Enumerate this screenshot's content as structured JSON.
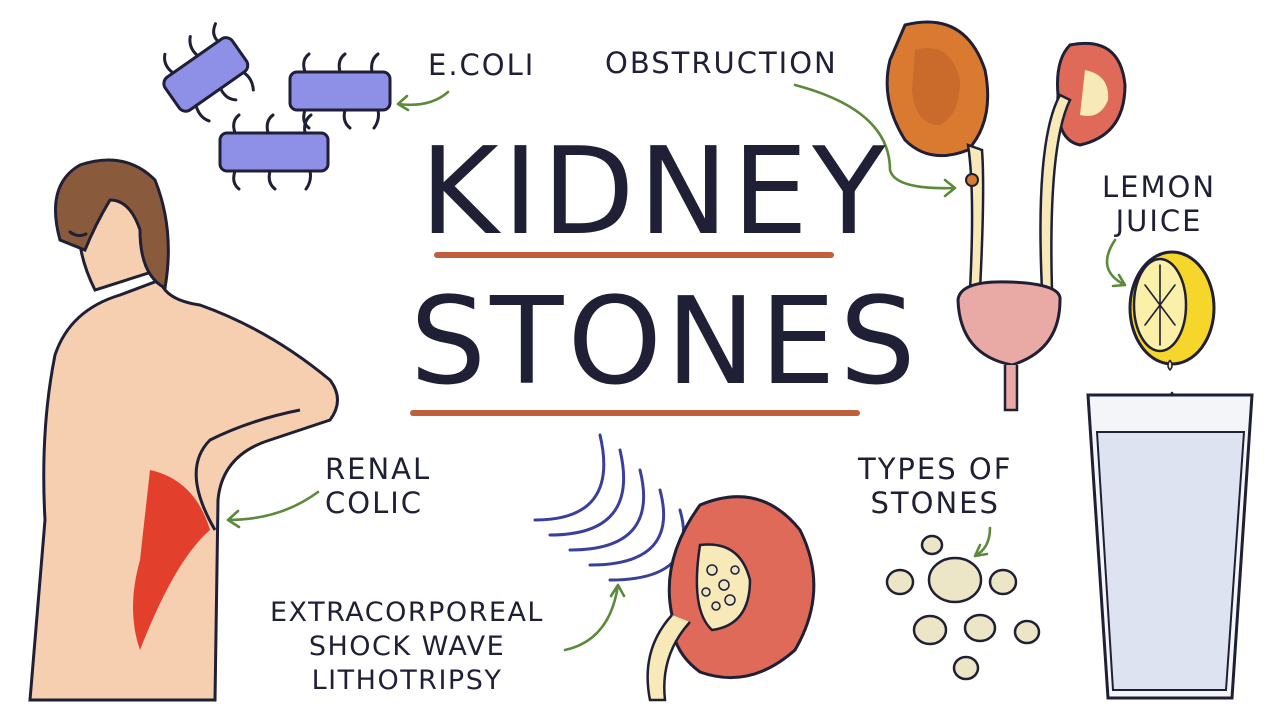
{
  "title": {
    "line1": "KIDNEY",
    "line2": "STONES"
  },
  "labels": {
    "ecoli": "E.COLI",
    "obstruction": "OBSTRUCTION",
    "lemon_juice": [
      "LEMON",
      "JUICE"
    ],
    "renal_colic": [
      "RENAL",
      "COLIC"
    ],
    "types_of_stones": [
      "TYPES OF",
      "STONES"
    ],
    "eswl": [
      "EXTRACORPOREAL",
      "SHOCK WAVE",
      "LITHOTRIPSY"
    ]
  },
  "colors": {
    "ink": "#1f1f35",
    "accent_underline": "#c0603a",
    "arrow": "#5a8a3a",
    "bacteria": "#8e8fe6",
    "skin": "#f5cfb0",
    "hair": "#8a5a3c",
    "pain": "#e0301e",
    "kidney_cortex": "#e06a5a",
    "kidney_obstructed": "#d97a30",
    "ureter": "#f7eab8",
    "bladder": "#e9a9a5",
    "lemon": "#f6d62a",
    "water": "#dde3f0",
    "stones": "#ece6c6"
  },
  "icons": [
    "bacteria-icon",
    "woman-back-pain-illustration",
    "urinary-system-illustration",
    "lemon-icon",
    "water-glass-icon",
    "kidney-cross-section-illustration",
    "shock-waves-icon",
    "stones-icon"
  ]
}
